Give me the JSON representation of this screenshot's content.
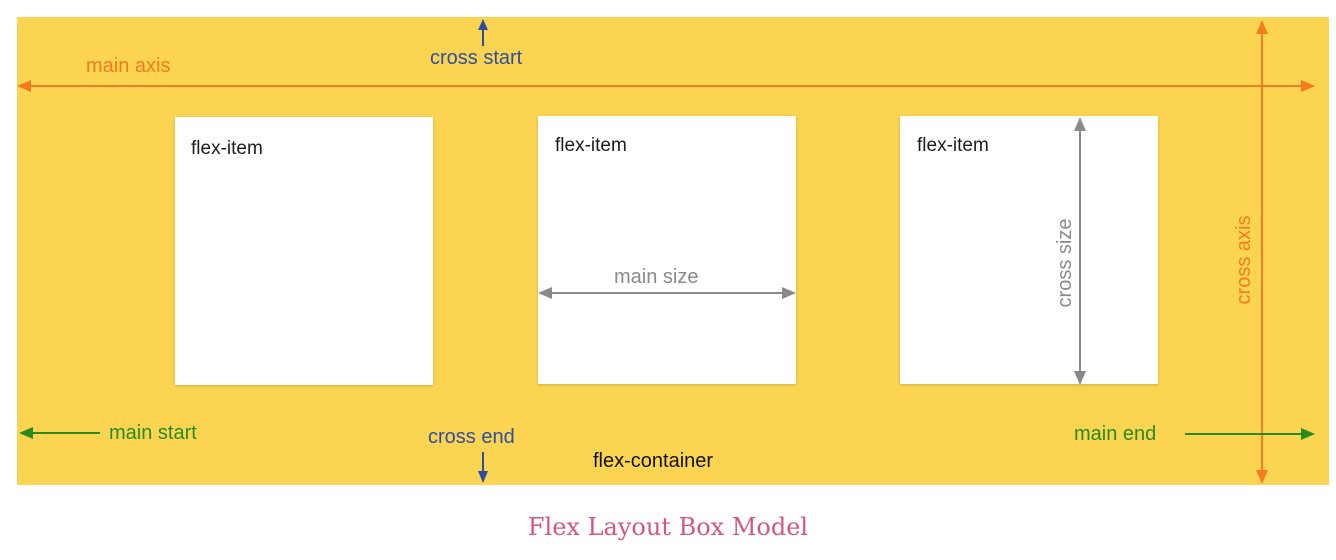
{
  "diagram": {
    "background_color": "#fbd551",
    "items": [
      {
        "label": "flex-item"
      },
      {
        "label": "flex-item"
      },
      {
        "label": "flex-item"
      }
    ],
    "labels": {
      "main_axis": "main axis",
      "cross_start": "cross start",
      "cross_end": "cross end",
      "main_start": "main start",
      "main_end": "main end",
      "flex_container": "flex-container",
      "main_size": "main size",
      "cross_size": "cross size",
      "cross_axis": "cross axis"
    },
    "colors": {
      "axis": "#f47b20",
      "cross": "#2f4ea1",
      "main_ends": "#2b8a1e",
      "size": "#8a8a8a"
    }
  },
  "caption": "Flex Layout Box Model"
}
